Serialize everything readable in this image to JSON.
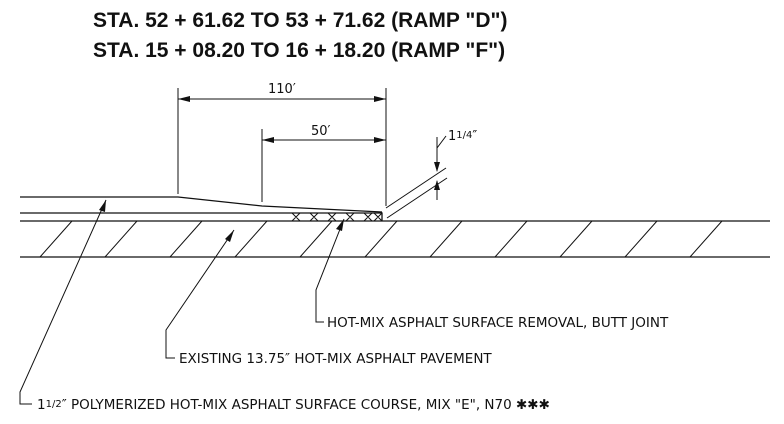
{
  "header": {
    "line1": "STA. 52 + 61.62  TO  53 + 71.62  (RAMP  \"D\")",
    "line2": "STA. 15 + 08.20  TO  16 + 18.20  (RAMP  \"F\")"
  },
  "dimensions": {
    "total_length": "110′",
    "taper_length": "50′",
    "depth_whole": "1",
    "depth_fraction": "1/4",
    "depth_unit": "″"
  },
  "callouts": {
    "butt_joint": "HOT-MIX ASPHALT SURFACE REMOVAL, BUTT JOINT",
    "existing_pavement": "EXISTING 13.75″ HOT-MIX ASPHALT PAVEMENT",
    "surface_course_whole": "1",
    "surface_course_fraction": "1/2",
    "surface_course_text": "″ POLYMERIZED HOT-MIX ASPHALT SURFACE COURSE, MIX \"E\", N70 ✱✱✱"
  }
}
